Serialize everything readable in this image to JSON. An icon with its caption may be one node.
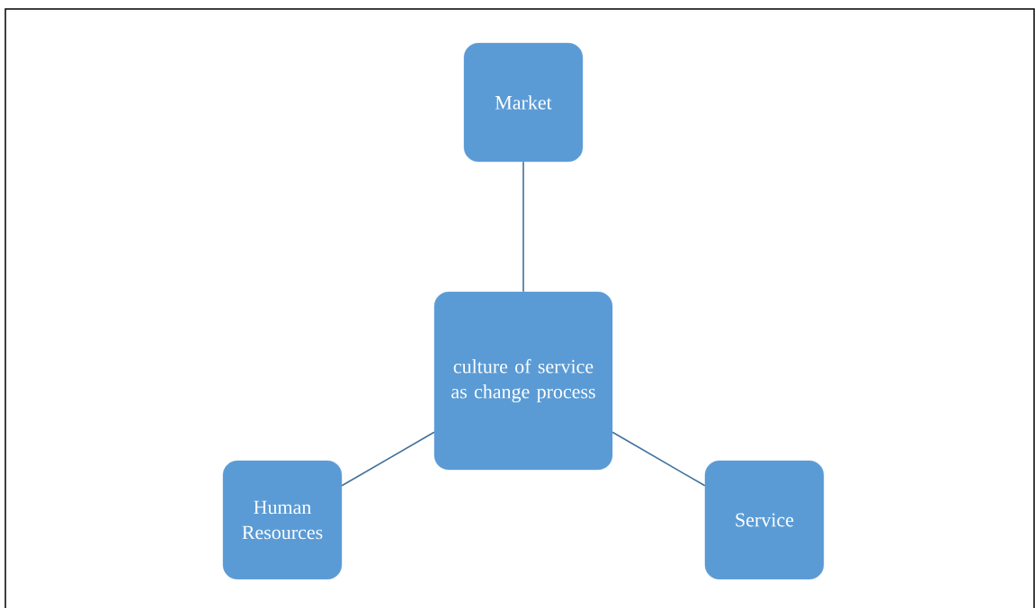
{
  "diagram": {
    "nodes": [
      {
        "text": [
          "Market"
        ]
      },
      {
        "text": [
          "culture of service as change process"
        ]
      },
      {
        "text": [
          "Human Resources"
        ]
      },
      {
        "text": [
          "Service"
        ]
      }
    ],
    "edges": [
      {
        "from": 1,
        "to": 0,
        "arrow": "none"
      },
      {
        "from": 1,
        "to": 2,
        "arrow": "none"
      },
      {
        "from": 1,
        "to": 3,
        "arrow": "none"
      }
    ]
  }
}
